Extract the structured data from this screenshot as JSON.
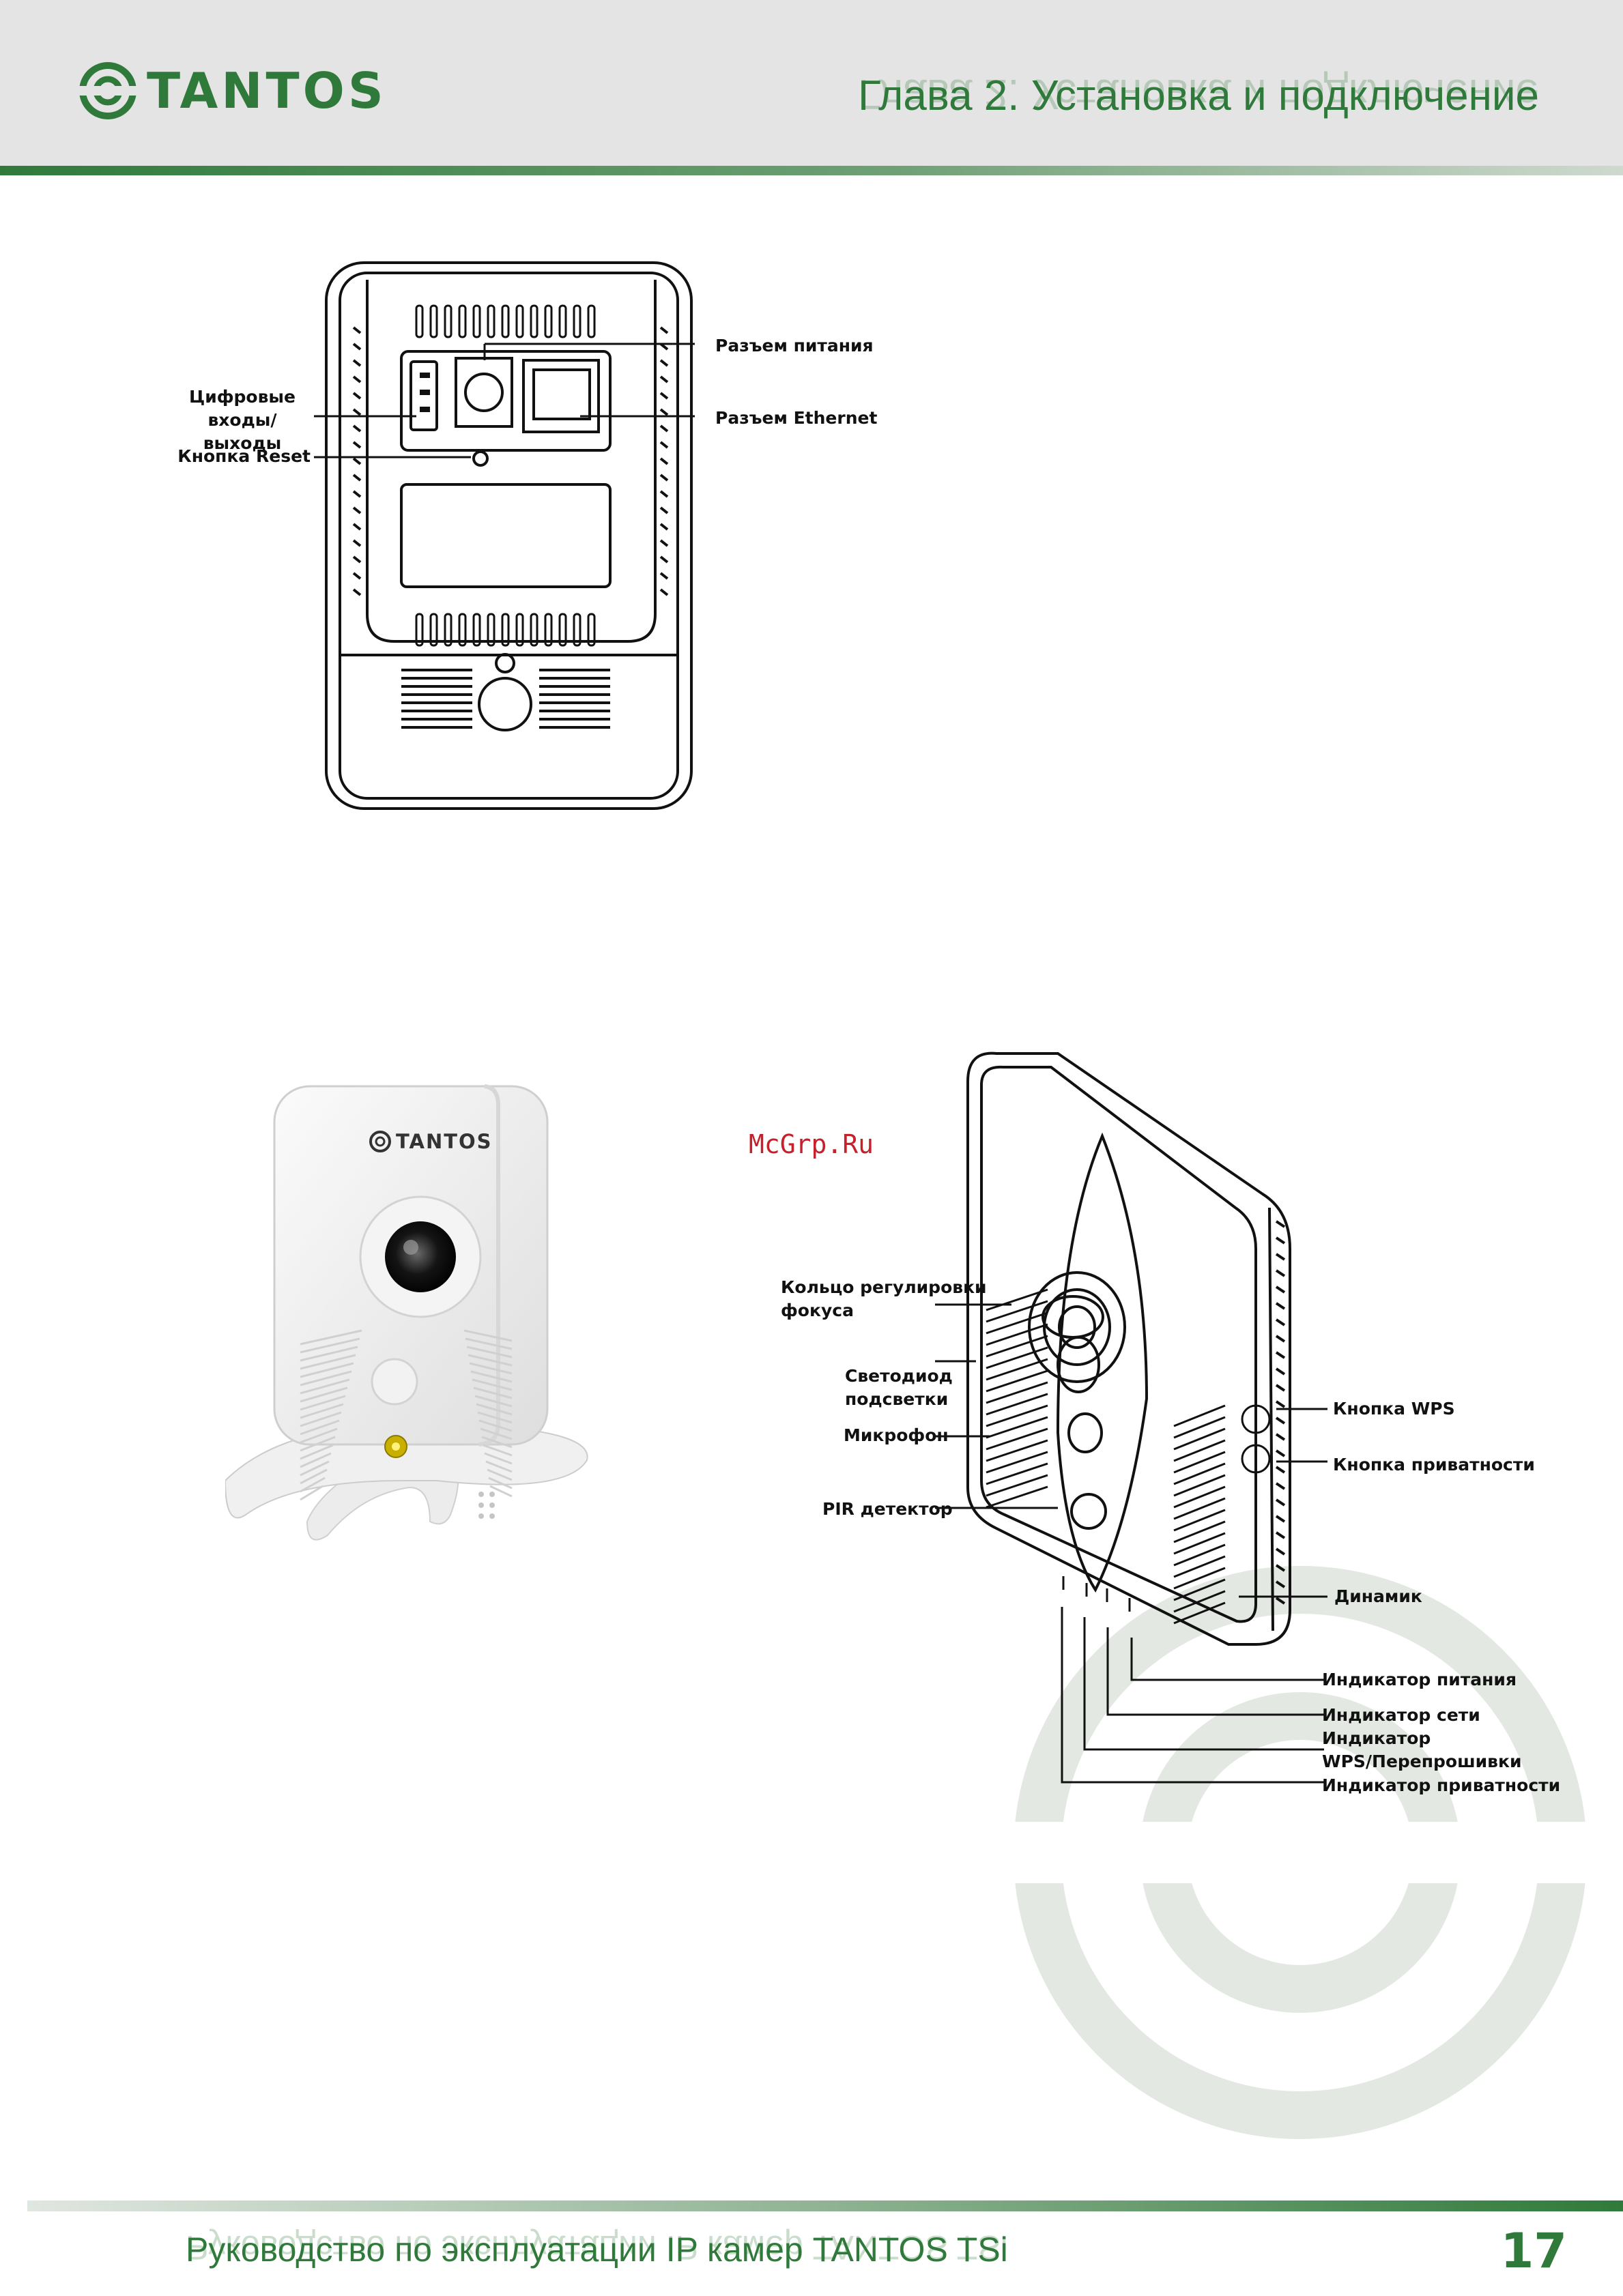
{
  "header": {
    "brand": "TANTOS",
    "chapter_title": "Глава 2. Установка и подключение"
  },
  "rear_view": {
    "labels": {
      "digital_io": "Цифровые входы/\nвыходы",
      "reset_button": "Кнопка Reset",
      "power_connector": "Разъем питания",
      "ethernet_connector": "Разъем Ethernet"
    }
  },
  "photo": {
    "brand": "TANTOS"
  },
  "front_view": {
    "labels": {
      "focus_ring": "Кольцо регулировки\nфокуса",
      "ir_led": "Светодиод\nподсветки",
      "microphone": "Микрофон",
      "pir_detector": "PIR детектор",
      "wps_button": "Кнопка WPS",
      "privacy_button": "Кнопка приватности",
      "speaker": "Динамик",
      "power_indicator": "Индикатор питания",
      "network_indicator": "Индикатор сети",
      "wps_indicator": "Индикатор\nWPS/Перепрошивки",
      "privacy_indicator": "Индикатор приватности"
    }
  },
  "watermark_text": "McGrp.Ru",
  "footer": {
    "title": "Руководство по эксплуатации IP камер TANTOS TSi",
    "page_number": "17"
  },
  "colors": {
    "brand_green": "#2f7a3a",
    "header_bg": "#e4e4e4",
    "watermark_red": "#c8202a"
  }
}
